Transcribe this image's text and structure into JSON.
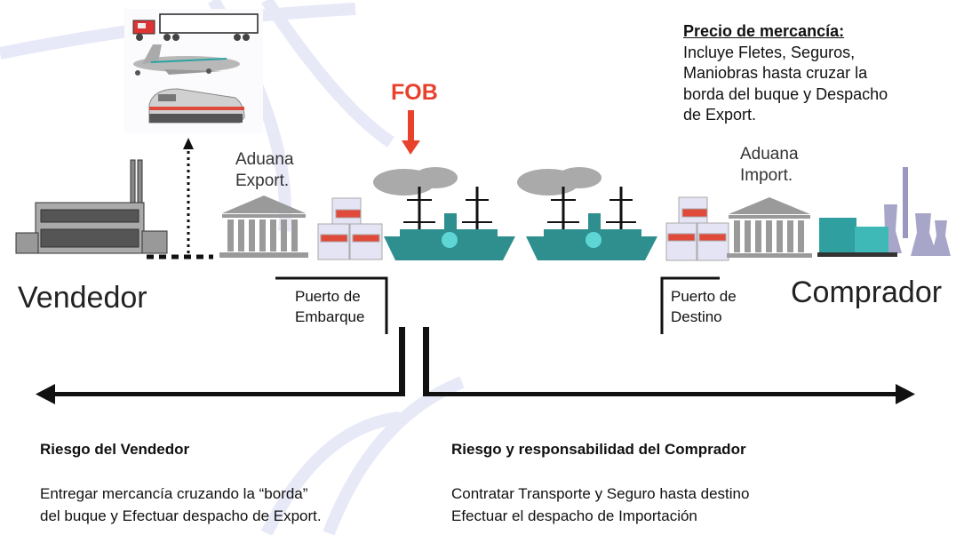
{
  "fob_label": "FOB",
  "aduana_export": [
    "Aduana",
    "Export."
  ],
  "aduana_import": [
    "Aduana",
    "Import."
  ],
  "vendedor": "Vendedor",
  "comprador": "Comprador",
  "puerto_embarque": [
    "Puerto de",
    "Embarque"
  ],
  "puerto_destino": [
    "Puerto de",
    "Destino"
  ],
  "precio": {
    "title": "Precio de mercancía:",
    "lines": [
      "Incluye Fletes, Seguros,",
      "Maniobras hasta cruzar la",
      "borda del buque y Despacho",
      "de Export."
    ]
  },
  "riesgo_vendedor": {
    "title": "Riesgo del Vendedor",
    "lines": [
      "Entregar mercancía cruzando la “borda”",
      "del buque y Efectuar despacho de Export."
    ]
  },
  "riesgo_comprador": {
    "title": "Riesgo y responsabilidad del Comprador",
    "lines": [
      "Contratar Transporte y Seguro hasta destino",
      "Efectuar el despacho de Importación"
    ]
  },
  "colors": {
    "accent": "#e8412c",
    "ship": "#2f8f8f",
    "customs": "#9a9a9a"
  }
}
